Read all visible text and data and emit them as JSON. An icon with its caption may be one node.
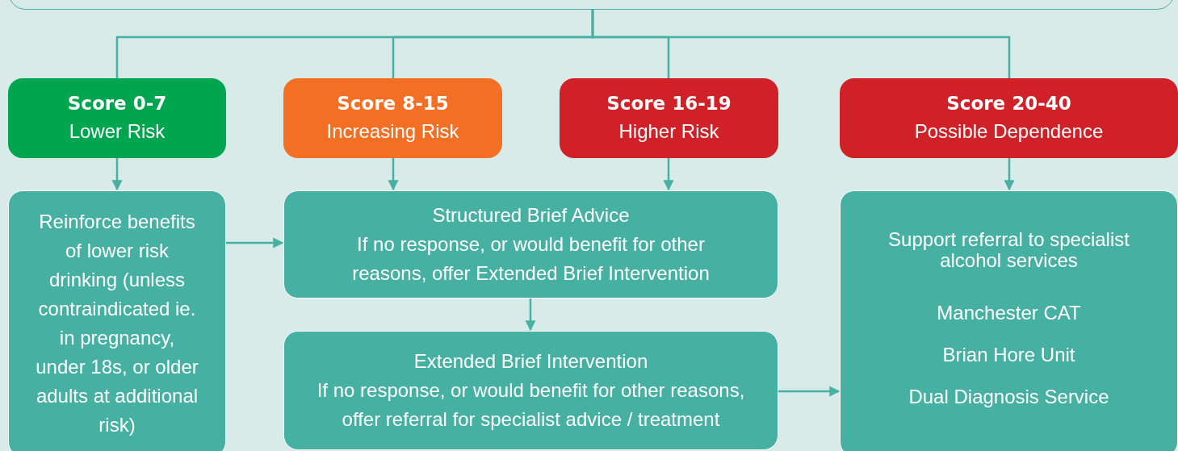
{
  "diagram": {
    "nodes": [
      {
        "text": [],
        "shape": "box"
      },
      {
        "text": [
          "Score 0-7",
          "Lower Risk"
        ]
      },
      {
        "text": [
          "Score 8-15",
          "Increasing Risk"
        ]
      },
      {
        "text": [
          "Score 16-19",
          "Higher Risk"
        ]
      },
      {
        "text": [
          "Score 20-40",
          "Possible Dependence"
        ]
      },
      {
        "text": [
          "Reinforce benefits of lower risk drinking (unless contraindicated ie. in pregnancy, under 18s, or older adults at additional risk)"
        ]
      },
      {
        "text": [
          "Structured Brief Advice",
          "If no response, or would benefit for other reasons, offer Extended Brief Intervention"
        ]
      },
      {
        "text": [
          "Extended Brief Intervention",
          "If no response, or would benefit for other reasons, offer referral for specialist advice / treatment"
        ]
      },
      {
        "text": [
          "Support referral to specialist alcohol services",
          "Manchester CAT",
          "Brian Hore Unit",
          "Dual Diagnosis Service"
        ]
      }
    ],
    "edges": [
      {
        "from": 0,
        "to": 1,
        "arrow": "none"
      },
      {
        "from": 0,
        "to": 2,
        "arrow": "none"
      },
      {
        "from": 0,
        "to": 3,
        "arrow": "none"
      },
      {
        "from": 0,
        "to": 4,
        "arrow": "none"
      },
      {
        "from": 1,
        "to": 5,
        "arrow": "to"
      },
      {
        "from": 2,
        "to": 6,
        "arrow": "to"
      },
      {
        "from": 3,
        "to": 6,
        "arrow": "to"
      },
      {
        "from": 4,
        "to": 8,
        "arrow": "to"
      },
      {
        "from": 5,
        "to": 6,
        "arrow": "to"
      },
      {
        "from": 6,
        "to": 7,
        "arrow": "to"
      },
      {
        "from": 7,
        "to": 8,
        "arrow": "to"
      }
    ]
  }
}
